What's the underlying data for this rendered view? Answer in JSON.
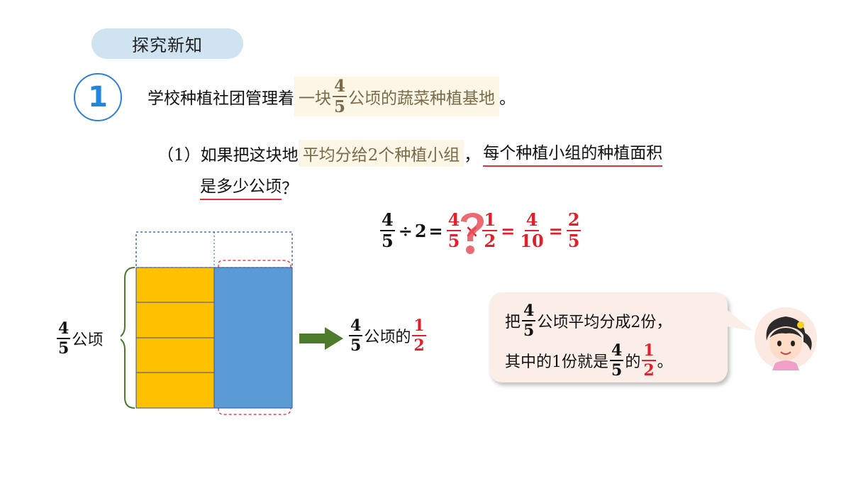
{
  "header": {
    "section_label": "探究新知"
  },
  "problem": {
    "number": "1",
    "intro_before": "学校种植社团管理着",
    "intro_hl_before": "一块",
    "intro_frac": {
      "num": "4",
      "den": "5"
    },
    "intro_hl_after": "公顷的蔬菜种植基地",
    "intro_end": "。"
  },
  "question": {
    "prefix": "（1）如果把这块地",
    "highlight": "平均分给2个种植小组",
    "comma": "，",
    "underlined_line1": "每个种植小组的种植面积",
    "underlined_line2": "是多少公顷",
    "qmark": "？"
  },
  "equation": {
    "f1": {
      "num": "4",
      "den": "5"
    },
    "div": "÷",
    "two": "2",
    "eq1": "=",
    "f2": {
      "num": "4",
      "den": "5"
    },
    "times": "×",
    "f3": {
      "num": "1",
      "den": "2"
    },
    "eq2": "=",
    "f4": {
      "num": "4",
      "den": "10"
    },
    "eq3": "=",
    "f5": {
      "num": "2",
      "den": "5"
    }
  },
  "diagram": {
    "left_frac": {
      "num": "4",
      "den": "5"
    },
    "left_unit": "公顷",
    "right_frac": {
      "num": "4",
      "den": "5"
    },
    "right_text": "公顷的",
    "right_part": {
      "num": "1",
      "den": "2"
    },
    "colors": {
      "yellow": "#ffc000",
      "blue": "#5b9bd5",
      "arrow": "#4e7a2c",
      "brace": "#4e7a2c"
    }
  },
  "bubble": {
    "l1_pre": "把",
    "l1_frac": {
      "num": "4",
      "den": "5"
    },
    "l1_post": "公顷平均分成2份，",
    "l2_pre": "其中的1份就是",
    "l2_frac": {
      "num": "4",
      "den": "5"
    },
    "l2_mid": "的",
    "l2_part": {
      "num": "1",
      "den": "2"
    },
    "l2_end": "。"
  }
}
